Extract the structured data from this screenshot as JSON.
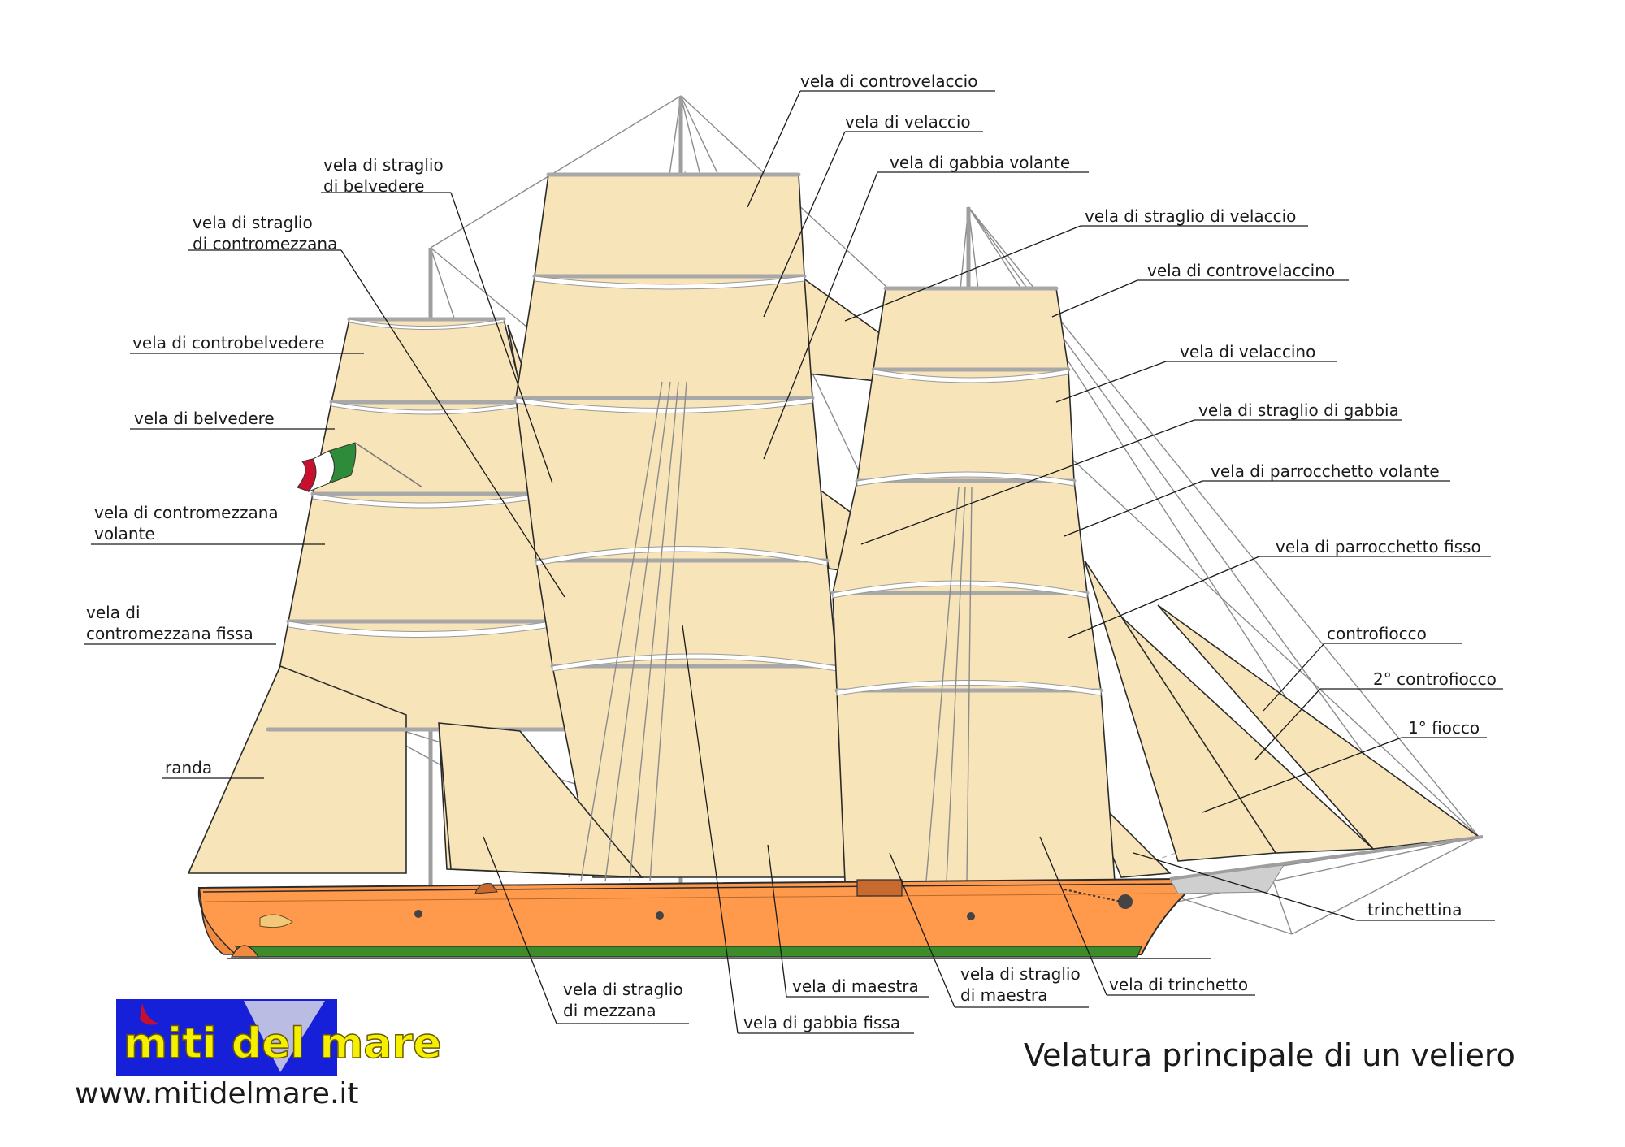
{
  "title": "Velatura principale di un veliero",
  "website": "www.mitidelmare.it",
  "logo": {
    "text": "miti del mare",
    "background": "#1520d8",
    "text_color": "#f4f000"
  },
  "colors": {
    "sail": "#f7e4b8",
    "hull": "#ff9a4d",
    "keel": "#3d8c2a",
    "rigging": "#8c8c8c"
  },
  "flag": {
    "colors": [
      "#c8102e",
      "#ffffff",
      "#2e8b3a"
    ]
  },
  "labels": {
    "controvelaccio": "vela di controvelaccio",
    "velaccio": "vela di velaccio",
    "gabbia_volante": "vela di gabbia volante",
    "straglio_velaccio": "vela di straglio di velaccio",
    "controvelaccino": "vela di controvelaccino",
    "velaccino": "vela di velaccino",
    "straglio_gabbia": "vela di straglio di gabbia",
    "parrocchetto_volante": "vela di parrocchetto volante",
    "parrocchetto_fisso": "vela di parrocchetto fisso",
    "controfiocco": "controfiocco",
    "secondo_controfiocco": "2° controfiocco",
    "primo_fiocco": "1° fiocco",
    "trinchettina": "trinchettina",
    "straglio_belvedere_1": "vela di straglio",
    "straglio_belvedere_2": "di belvedere",
    "straglio_contromezzana_1": "vela di straglio",
    "straglio_contromezzana_2": "di contromezzana",
    "controbelvedere": "vela di controbelvedere",
    "belvedere": "vela di belvedere",
    "contromezzana_volante_1": "vela di contromezzana",
    "contromezzana_volante_2": "volante",
    "contromezzana_fissa_1": "vela di",
    "contromezzana_fissa_2": "contromezzana fissa",
    "randa": "randa",
    "straglio_mezzana_1": "vela di straglio",
    "straglio_mezzana_2": "di mezzana",
    "gabbia_fissa": "vela di gabbia fissa",
    "maestra": "vela di maestra",
    "straglio_maestra_1": "vela di straglio",
    "straglio_maestra_2": "di maestra",
    "trinchetto": "vela di trinchetto"
  }
}
